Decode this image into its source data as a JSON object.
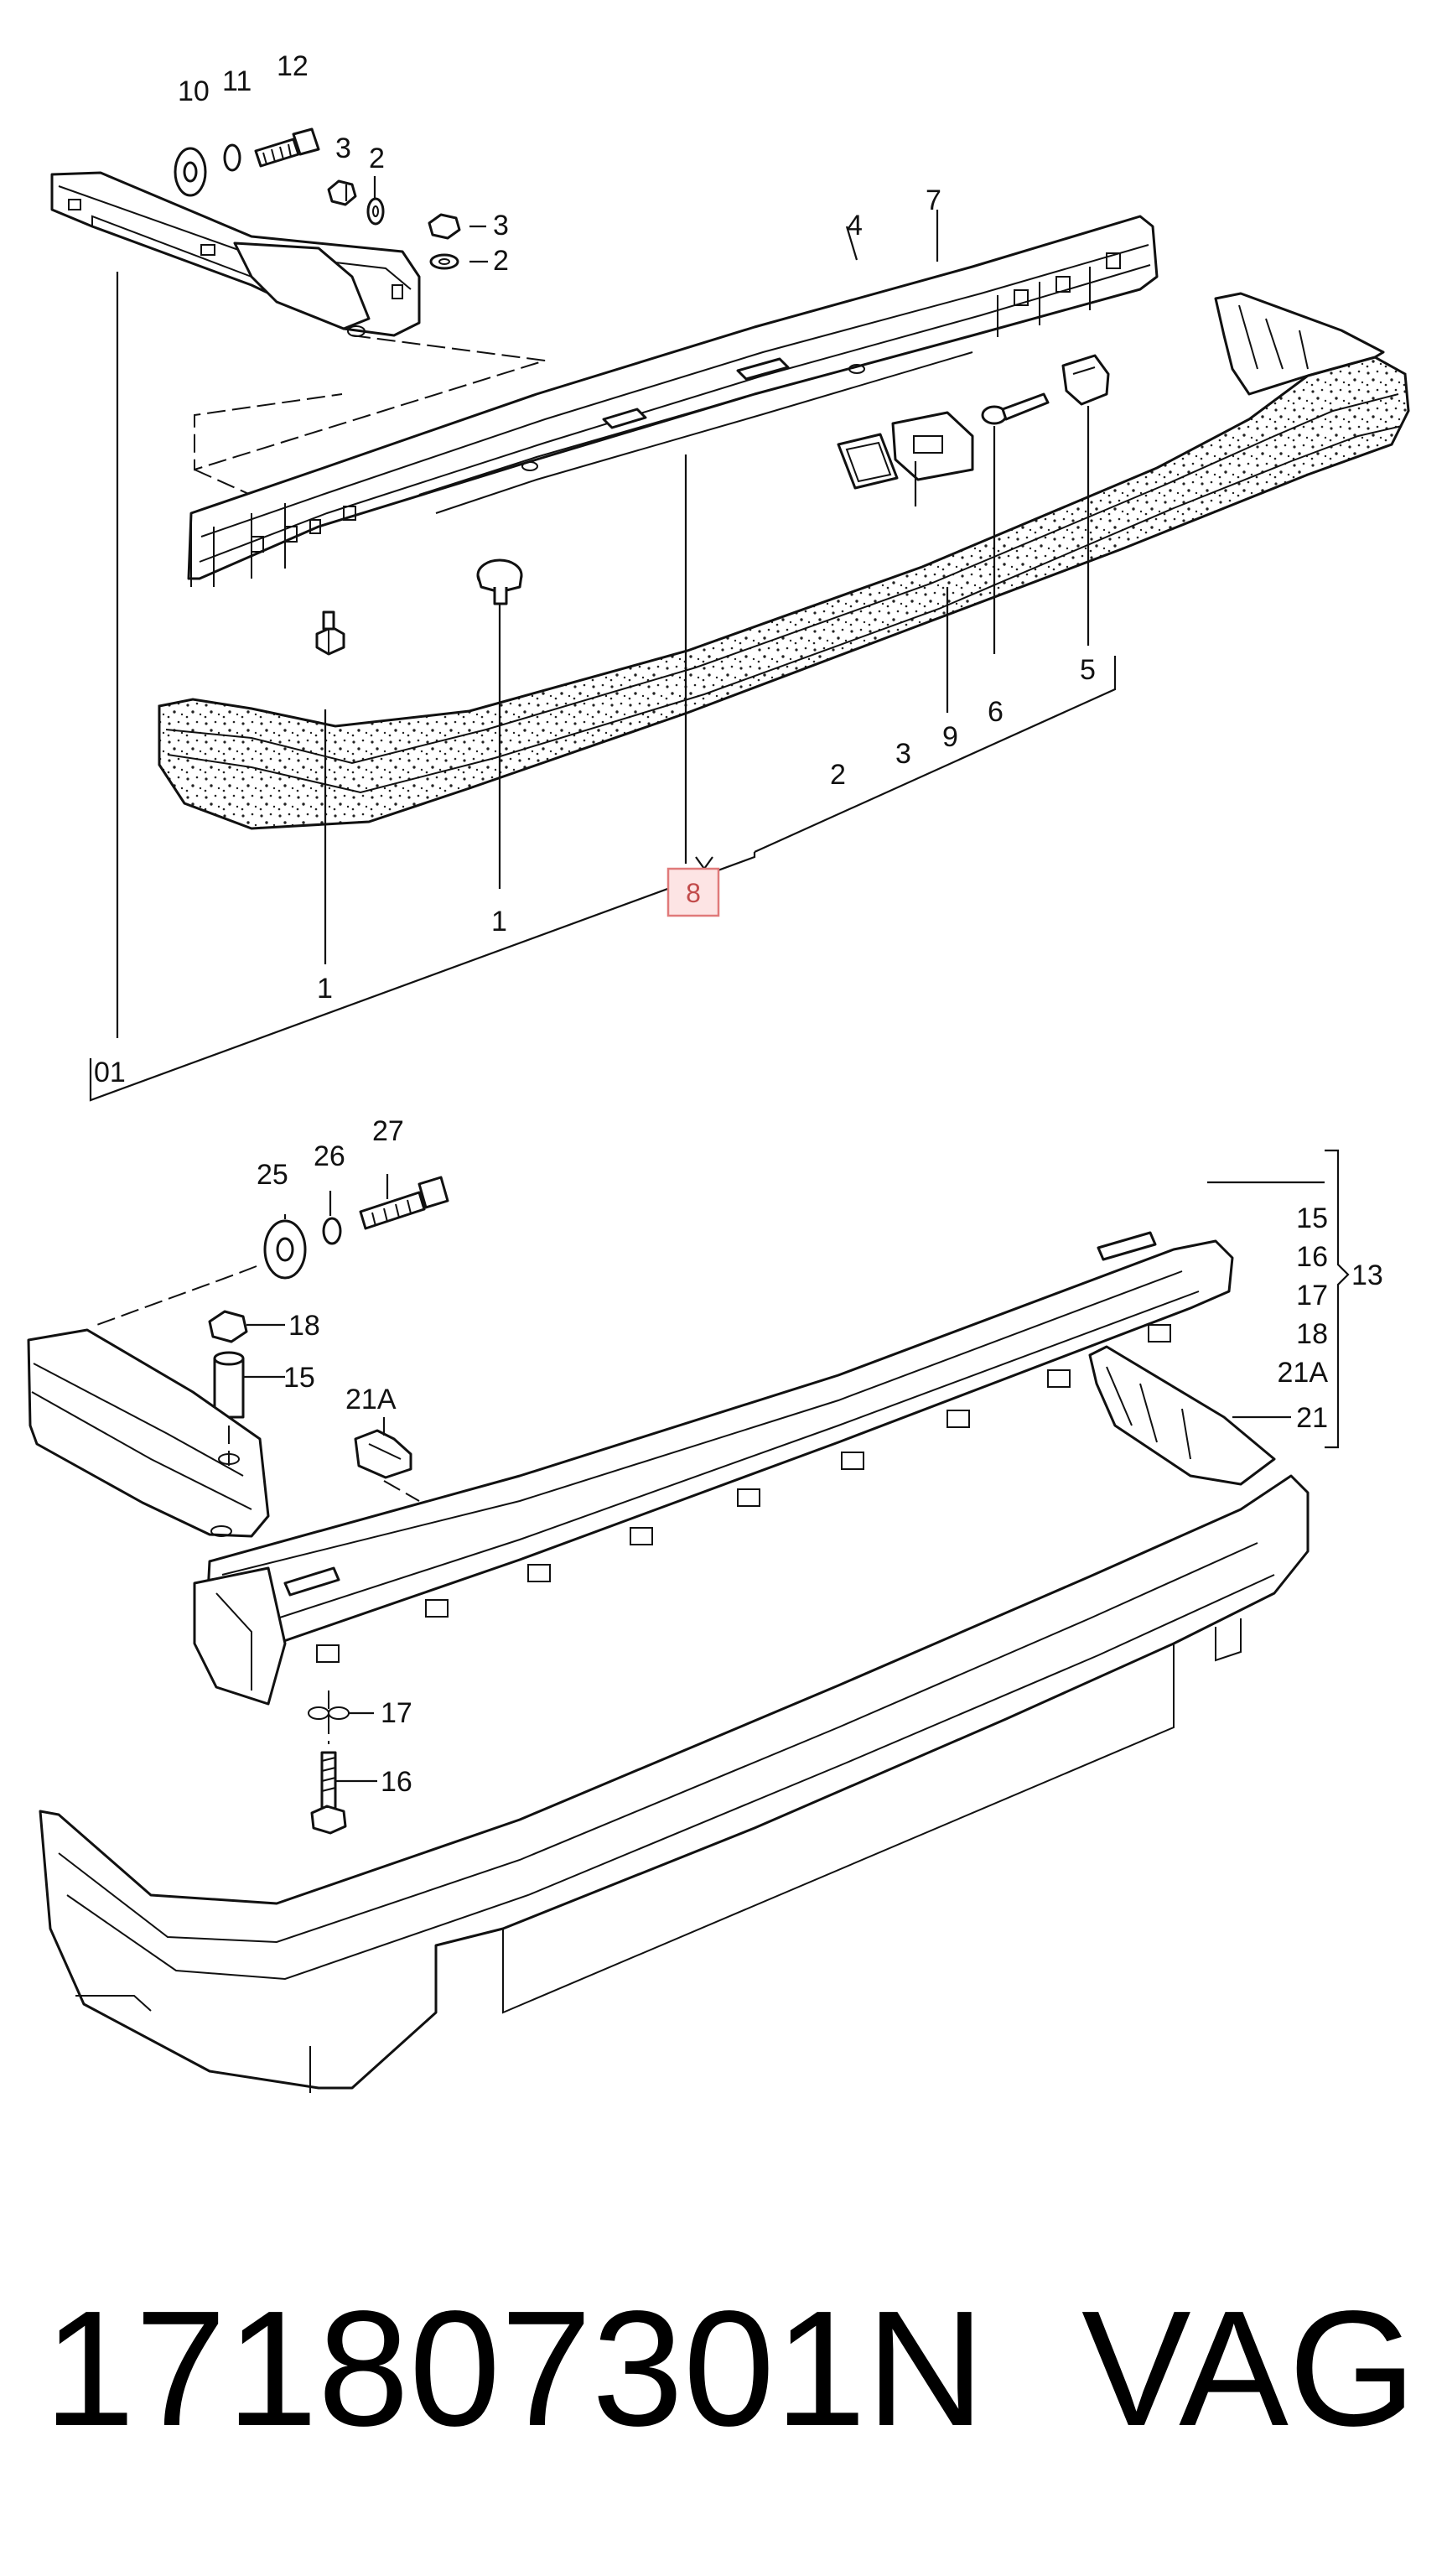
{
  "upper_group": {
    "bracket_label": "01",
    "labels": {
      "l10": "10",
      "l11": "11",
      "l12": "12",
      "l3a": "3",
      "l2a": "2",
      "l3b": "3",
      "l2b": "2",
      "l4": "4",
      "l7": "7",
      "l1a": "1",
      "l1b": "1",
      "l2c": "2",
      "l3c": "3",
      "l9": "9",
      "l6": "6",
      "l5": "5"
    },
    "highlight_label": "8"
  },
  "lower_group": {
    "labels": {
      "l25": "25",
      "l26": "26",
      "l27": "27",
      "l18": "18",
      "l15": "15",
      "l21A": "21A",
      "l17": "17",
      "l16": "16"
    },
    "kit": {
      "label": "13",
      "items": [
        "15",
        "16",
        "17",
        "18",
        "21A",
        "21"
      ]
    }
  },
  "caption": {
    "part_number": "171807301N",
    "brand": "VAG"
  },
  "colors": {
    "line": "#111111",
    "highlight_fill": "#fde4e4",
    "highlight_stroke": "#e07a7a",
    "highlight_text": "#c24b4b"
  }
}
